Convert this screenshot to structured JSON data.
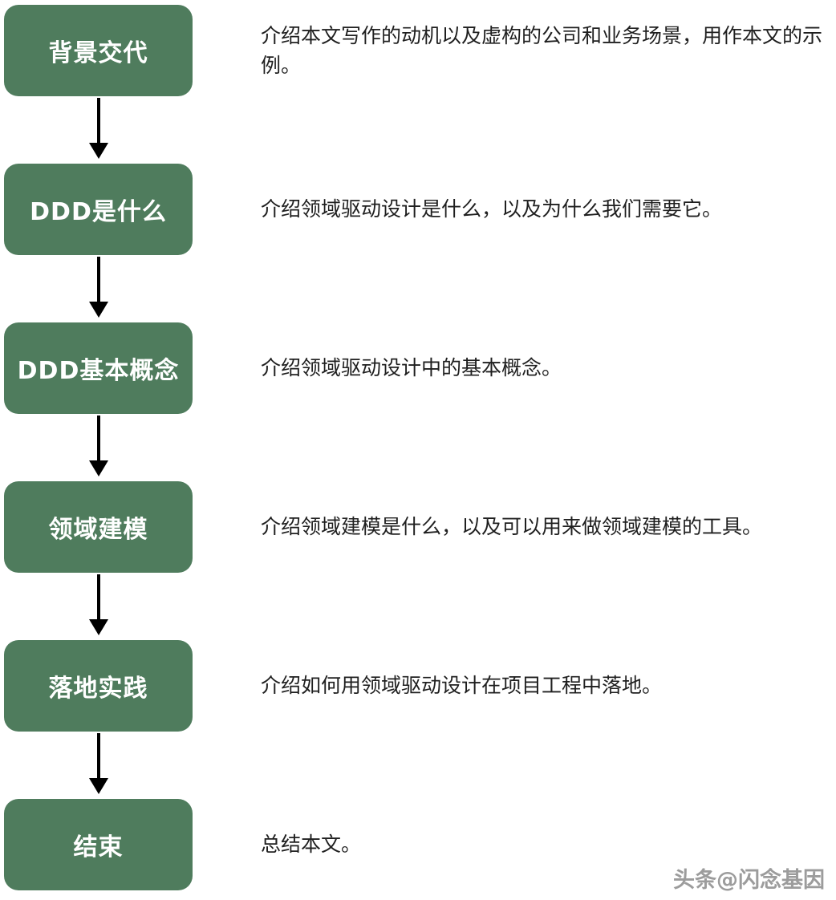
{
  "diagram": {
    "title": "",
    "steps": [
      {
        "label": "背景交代",
        "desc": "介绍本文写作的动机以及虚构的公司和业务场景，用作本文的示例。"
      },
      {
        "label": "DDD是什么",
        "desc": "介绍领域驱动设计是什么，以及为什么我们需要它。"
      },
      {
        "label": "DDD基本概念",
        "desc": "介绍领域驱动设计中的基本概念。"
      },
      {
        "label": "领域建模",
        "desc": "介绍领域建模是什么，以及可以用来做领域建模的工具。"
      },
      {
        "label": "落地实践",
        "desc": "介绍如何用领域驱动设计在项目工程中落地。"
      },
      {
        "label": "结束",
        "desc": "总结本文。"
      }
    ],
    "colors": {
      "node_fill": "#4f7c5d",
      "node_text": "#ffffff",
      "arrow": "#000000",
      "desc_text": "#1f1f1f",
      "watermark": "#9c9c9c"
    },
    "watermark": "头条@闪念基因"
  }
}
